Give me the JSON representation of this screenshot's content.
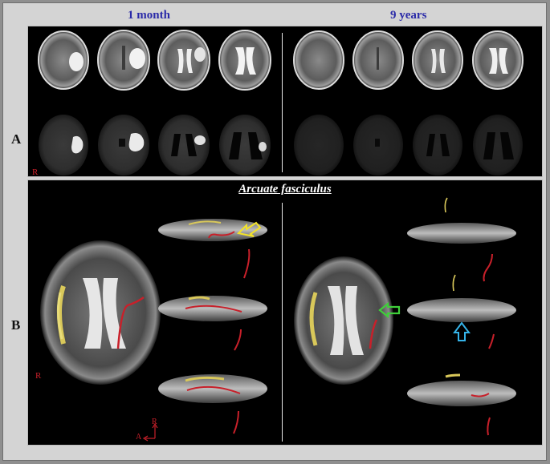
{
  "headers": {
    "left": "1 month",
    "right": "9 years"
  },
  "row_labels": {
    "a": "A",
    "b": "B"
  },
  "panel_a": {
    "r_mark": "R"
  },
  "panel_b": {
    "title": "Arcuate fasciculus",
    "r_mark": "R",
    "orientation": {
      "up_label": "R",
      "left_label": "A"
    }
  },
  "colors": {
    "tract_left": "#c8202a",
    "tract_right": "#d9c85a",
    "arrow_yellow": "#f2e22a",
    "arrow_green": "#3fcf3a",
    "arrow_blue": "#35b3e8",
    "header_blue": "#2a2aa8"
  }
}
